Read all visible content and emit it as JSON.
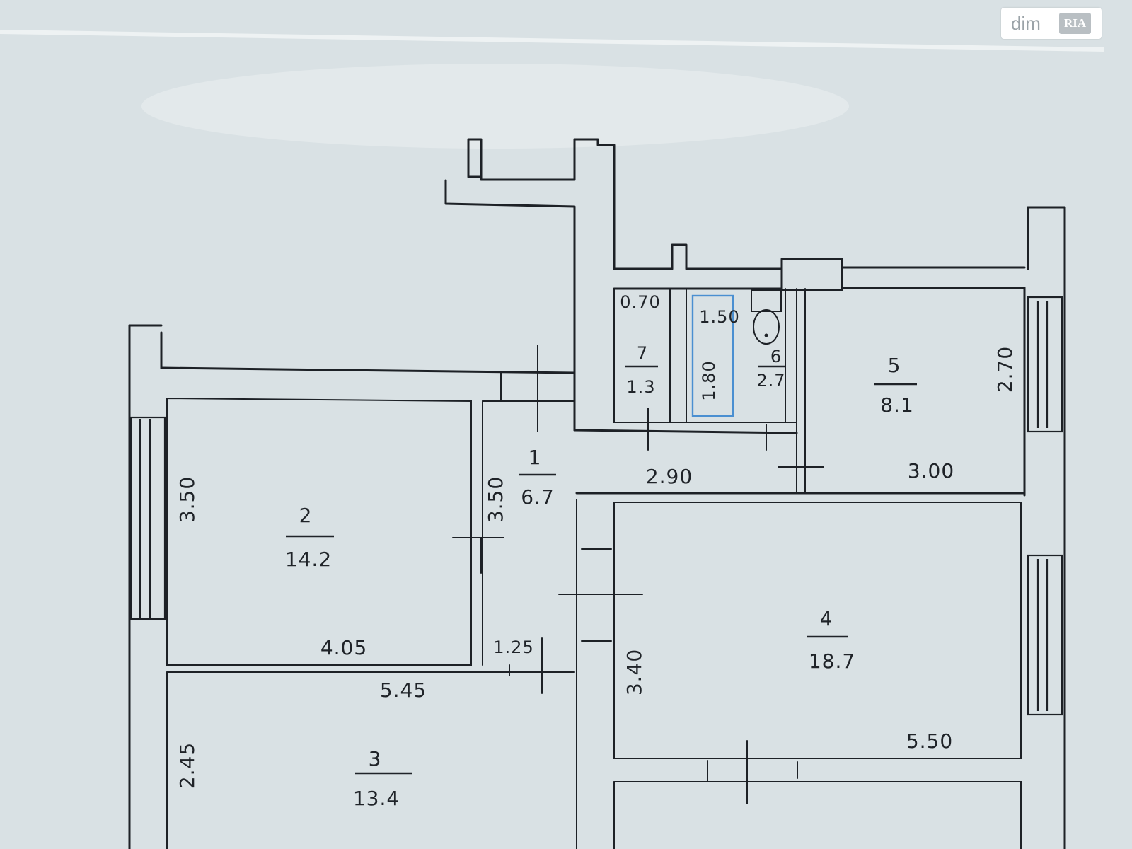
{
  "watermark": {
    "brand": "dim",
    "brand_mark": "RIA"
  },
  "rooms": [
    {
      "number": "1",
      "area": "6.7"
    },
    {
      "number": "2",
      "area": "14.2"
    },
    {
      "number": "3",
      "area": "13.4"
    },
    {
      "number": "4",
      "area": "18.7"
    },
    {
      "number": "5",
      "area": "8.1"
    },
    {
      "number": "6",
      "area": "2.7"
    },
    {
      "number": "7",
      "area": "1.3"
    }
  ],
  "dimensions": {
    "room2_height": "3.50",
    "room2_width": "4.05",
    "room1_height": "3.50",
    "corridor_width": "1.25",
    "room3_width": "5.45",
    "room3_height": "2.45",
    "corridor_length": "2.90",
    "room5_width": "3.00",
    "room5_height": "2.70",
    "room4_height": "3.40",
    "room4_width": "5.50",
    "room7_width": "0.70",
    "bath_width": "1.50",
    "bath_length": "1.80"
  }
}
